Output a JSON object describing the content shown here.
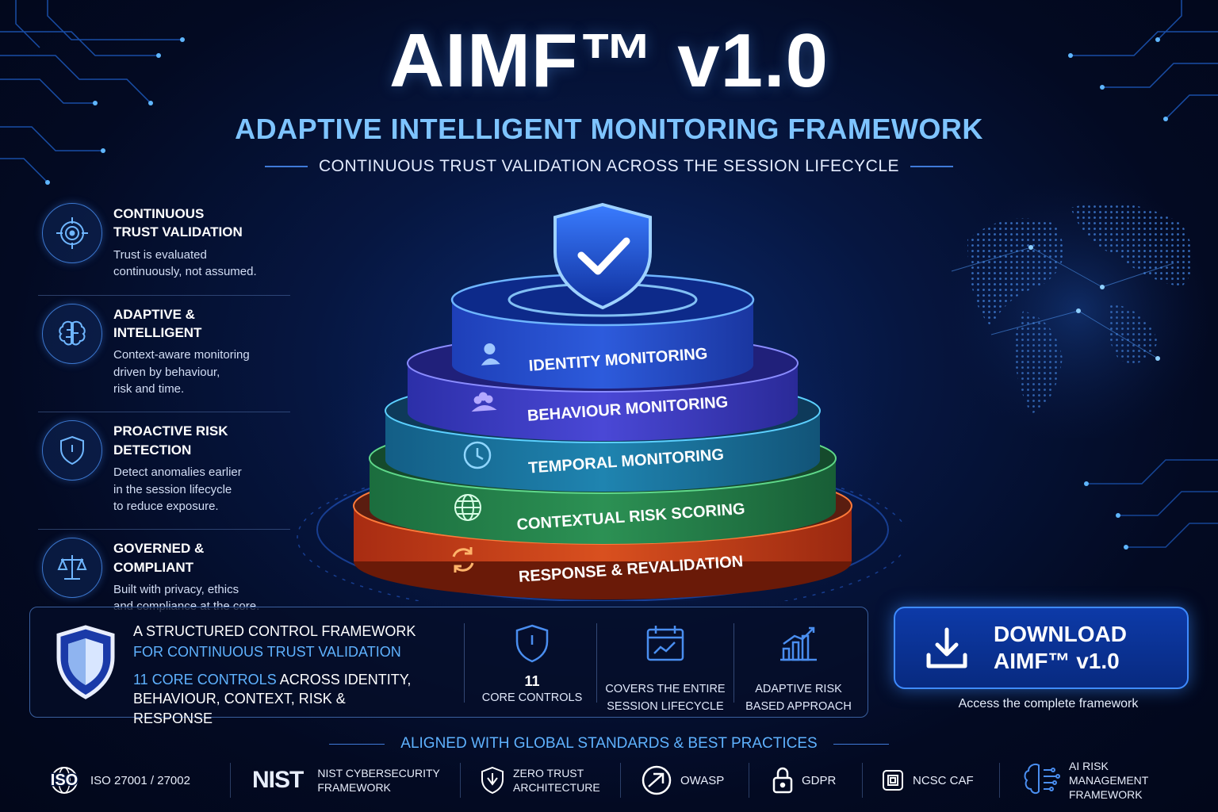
{
  "header": {
    "title": "AIMF™ v1.0",
    "subtitle": "ADAPTIVE INTELLIGENT MONITORING FRAMEWORK",
    "tagline": "CONTINUOUS TRUST VALIDATION ACROSS THE SESSION LIFECYCLE"
  },
  "features": [
    {
      "icon": "target-icon",
      "title_l1": "CONTINUOUS",
      "title_l2": "TRUST VALIDATION",
      "desc_l1": "Trust is evaluated",
      "desc_l2": "continuously, not assumed.",
      "desc_l3": ""
    },
    {
      "icon": "brain-icon",
      "title_l1": "ADAPTIVE &",
      "title_l2": "INTELLIGENT",
      "desc_l1": "Context-aware monitoring",
      "desc_l2": "driven by behaviour,",
      "desc_l3": "risk and time."
    },
    {
      "icon": "shield-alert-icon",
      "title_l1": "PROACTIVE RISK",
      "title_l2": "DETECTION",
      "desc_l1": "Detect anomalies earlier",
      "desc_l2": "in the session lifecycle",
      "desc_l3": "to reduce exposure."
    },
    {
      "icon": "scales-icon",
      "title_l1": "GOVERNED &",
      "title_l2": "COMPLIANT",
      "desc_l1": "Built with privacy, ethics",
      "desc_l2": "and compliance at the core.",
      "desc_l3": ""
    }
  ],
  "layers": [
    {
      "label": "IDENTITY MONITORING",
      "icon": "user-icon",
      "color": "#2f55d8"
    },
    {
      "label": "BEHAVIOUR MONITORING",
      "icon": "users-icon",
      "color": "#4a3fd0"
    },
    {
      "label": "TEMPORAL MONITORING",
      "icon": "clock-icon",
      "color": "#1f7ea8"
    },
    {
      "label": "CONTEXTUAL RISK SCORING",
      "icon": "globe-icon",
      "color": "#2f8a52"
    },
    {
      "label": "RESPONSE & REVALIDATION",
      "icon": "refresh-icon",
      "color": "#c8401f"
    }
  ],
  "info": {
    "line1": "A STRUCTURED CONTROL FRAMEWORK",
    "line2": "FOR CONTINUOUS TRUST VALIDATION",
    "line3_highlight": "11 CORE CONTROLS",
    "line3_rest": " ACROSS IDENTITY,",
    "line4": "BEHAVIOUR, CONTEXT, RISK & RESPONSE",
    "stats": [
      {
        "value": "11",
        "label_l1": "CORE CONTROLS",
        "label_l2": ""
      },
      {
        "value": "",
        "label_l1": "COVERS THE ENTIRE",
        "label_l2": "SESSION LIFECYCLE"
      },
      {
        "value": "",
        "label_l1": "ADAPTIVE RISK",
        "label_l2": "BASED APPROACH"
      }
    ]
  },
  "download": {
    "label_l1": "DOWNLOAD",
    "label_l2": "AIMF™ v1.0",
    "caption": "Access the complete framework"
  },
  "standards": {
    "heading": "ALIGNED WITH GLOBAL STANDARDS & BEST PRACTICES",
    "items": [
      {
        "logo": "ISO",
        "l1": "ISO 27001 / 27002",
        "l2": "",
        "l3": ""
      },
      {
        "logo": "NIST",
        "l1": "NIST CYBERSECURITY",
        "l2": "FRAMEWORK",
        "l3": ""
      },
      {
        "logo": "",
        "l1": "ZERO TRUST",
        "l2": "ARCHITECTURE",
        "l3": ""
      },
      {
        "logo": "",
        "l1": "OWASP",
        "l2": "",
        "l3": ""
      },
      {
        "logo": "",
        "l1": "GDPR",
        "l2": "",
        "l3": ""
      },
      {
        "logo": "",
        "l1": "NCSC CAF",
        "l2": "",
        "l3": ""
      },
      {
        "logo": "",
        "l1": "AI RISK",
        "l2": "MANAGEMENT",
        "l3": "FRAMEWORK"
      }
    ]
  }
}
